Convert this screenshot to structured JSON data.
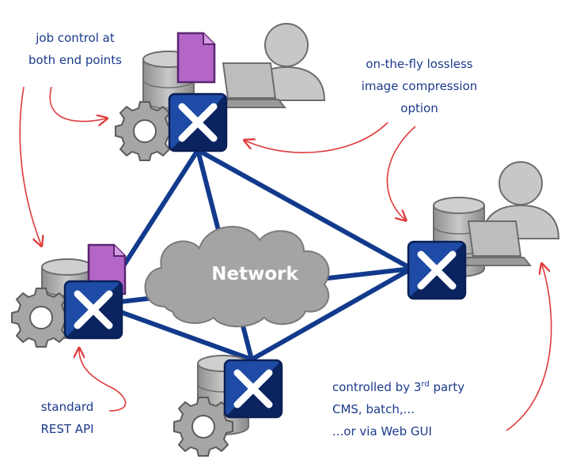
{
  "network": {
    "label": "Network"
  },
  "annotations": {
    "job_control": [
      "job control at",
      "both end points"
    ],
    "compression": [
      "on-the-fly lossless",
      "image compression",
      "option"
    ],
    "rest_api": [
      "standard",
      "REST API"
    ],
    "controlled_by": {
      "line1_prefix": "controlled by 3",
      "line1_sup": "rd",
      "line1_suffix": " party",
      "line2": "CMS, batch,...",
      "line3": "...or via Web GUI"
    }
  },
  "colors": {
    "link": "#123a8c",
    "node_dark": "#0d2a6b",
    "node_light": "#1e4ba5",
    "arrow": "#e03a3a",
    "document": "#b366c7",
    "gray": "#a8a8a8",
    "text": "#1a3a8c"
  }
}
